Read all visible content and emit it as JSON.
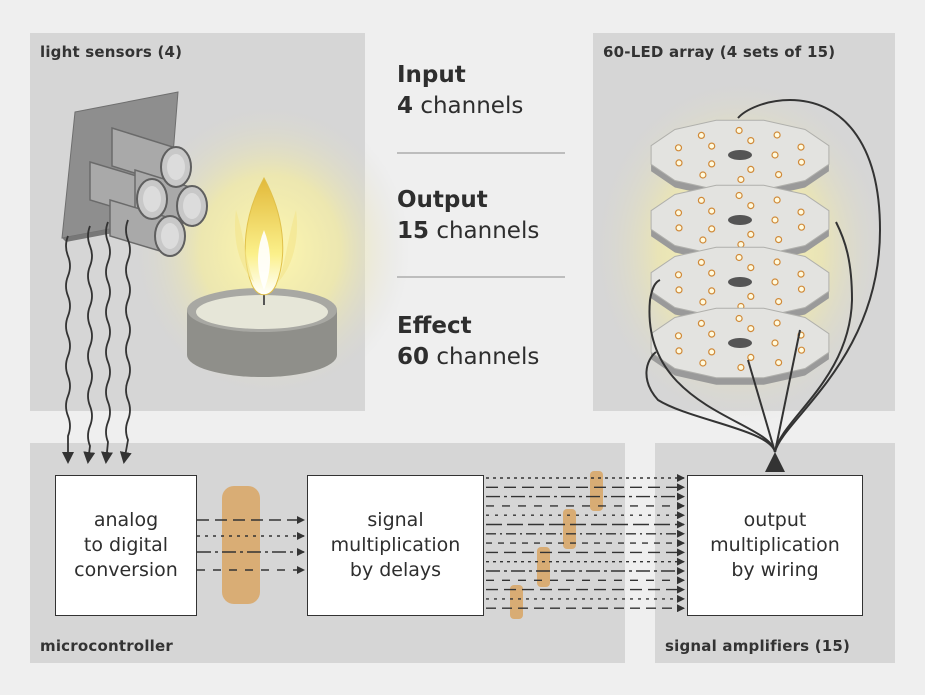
{
  "panels": {
    "sensors_label": "light sensors (4)",
    "led_label": "60-LED array (4 sets of 15)",
    "micro_label": "microcontroller",
    "amp_label": "signal amplifiers (15)"
  },
  "stats": [
    {
      "title": "Input",
      "number": "4",
      "unit": "channels"
    },
    {
      "title": "Output",
      "number": "15",
      "unit": "channels"
    },
    {
      "title": "Effect",
      "number": "60",
      "unit": "channels"
    }
  ],
  "boxes": {
    "adc": [
      "analog",
      "to digital",
      "conversion"
    ],
    "delay": [
      "signal",
      "multiplication",
      "by delays"
    ],
    "wiring": [
      "output",
      "multiplication",
      "by wiring"
    ]
  },
  "colors": {
    "background": "#efefef",
    "panel": "#d6d6d6",
    "glow": "#fff3a0",
    "highlight": "#d9a86a",
    "text": "#2e2e2e"
  }
}
